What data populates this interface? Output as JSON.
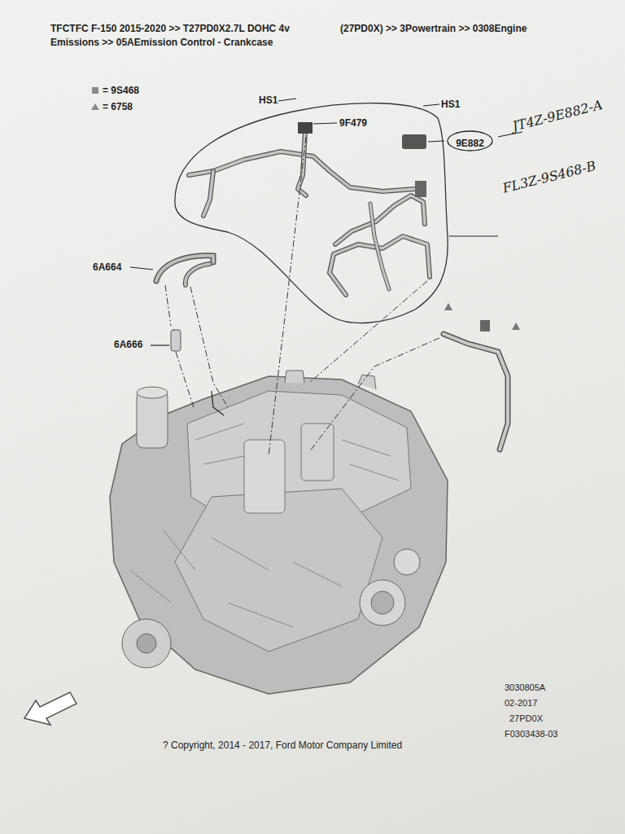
{
  "diagram": {
    "title": "TFCTFC F-150 2015-2020 >> T27PD0X2.7L DOHC 4v Emissions >> 05AEmission Control - Crankcase",
    "caption": "? Copyright, 2014 - 2017, Ford Motor Company Limited",
    "nodes": [
      {
        "text": [
          "9E882"
        ]
      }
    ],
    "labels": [
      "(27PD0X) >> 3Powertrain >> 0308Engine",
      "HS1",
      "9F479",
      "HS1",
      "JT4Z-9E882-A",
      "FL3Z-9S468-B",
      "6A664",
      "6A666",
      "3030805A",
      "02-2017",
      "27PD0X",
      "F0303438-03"
    ],
    "legend": [
      {
        "text": "= 9S468"
      },
      {
        "text": "= 6758"
      }
    ]
  }
}
